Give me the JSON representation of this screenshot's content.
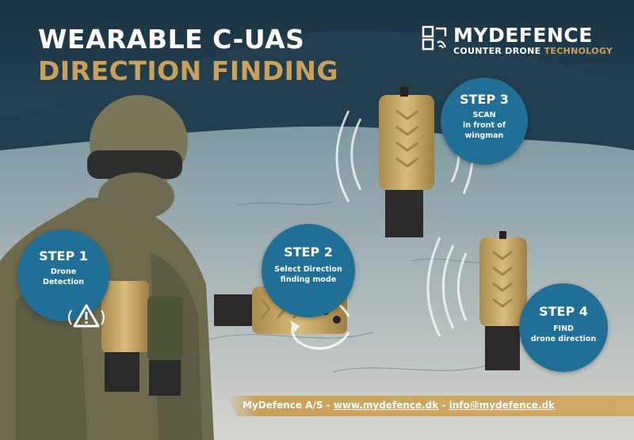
{
  "title": {
    "line1": "WEARABLE C-UAS",
    "line2": "DIRECTION FINDING"
  },
  "brand": {
    "name": "MYDEFENCE",
    "tagline_part1": "COUNTER DRONE ",
    "tagline_part2": "TECHNOLOGY"
  },
  "steps": [
    {
      "heading": "STEP 1",
      "line1": "Drone",
      "line2": "Detection"
    },
    {
      "heading": "STEP 2",
      "line1": "Select Direction",
      "line2": "finding mode"
    },
    {
      "heading": "STEP 3",
      "line1": "SCAN",
      "line2": "in front of",
      "line3": "wingman"
    },
    {
      "heading": "STEP 4",
      "line1": "FIND",
      "line2": "drone direction"
    }
  ],
  "footer": {
    "company": "MyDefence A/S - ",
    "website": "www.mydefence.dk",
    "sep": " - ",
    "email": "info@mydefence.dk"
  },
  "colors": {
    "accent_gold": "#c9a15a",
    "step_blue": "#1f6f97",
    "device_tan": "#c8a865"
  },
  "icons": [
    "mydefence-logo-icon",
    "drone-warning-icon",
    "signal-arc-icon",
    "rotate-arrow-icon"
  ]
}
